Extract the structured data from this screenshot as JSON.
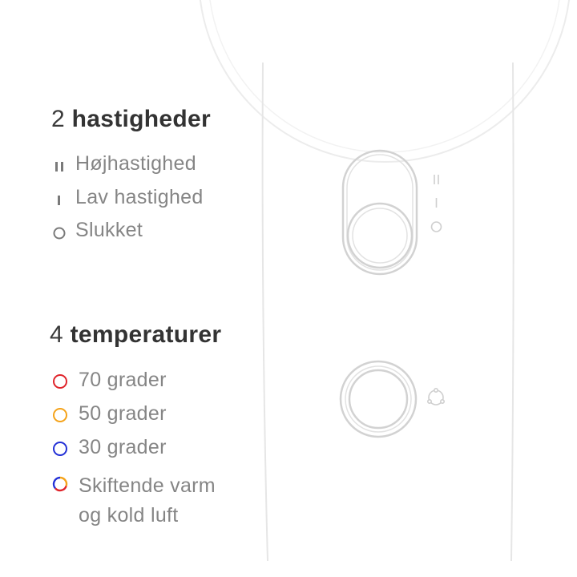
{
  "speeds": {
    "count": "2",
    "word": "hastigheder",
    "items": [
      {
        "label": "Højhastighed",
        "icon": "double-bar-icon"
      },
      {
        "label": "Lav hastighed",
        "icon": "single-bar-icon"
      },
      {
        "label": "Slukket",
        "icon": "off-circle-icon"
      }
    ]
  },
  "temperatures": {
    "count": "4",
    "word": "temperaturer",
    "items": [
      {
        "label": "70 grader",
        "color": "#e0242b"
      },
      {
        "label": "50 grader",
        "color": "#f5a31a"
      },
      {
        "label": "30 grader",
        "color": "#2330d6"
      },
      {
        "label_line1": "Skiftende varm",
        "label_line2": "og kold luft",
        "colors": [
          "#e0242b",
          "#f5a31a",
          "#2330d6"
        ]
      }
    ]
  },
  "colors": {
    "line": "#d4d4d4",
    "text": "#858585",
    "heading": "#333333"
  }
}
